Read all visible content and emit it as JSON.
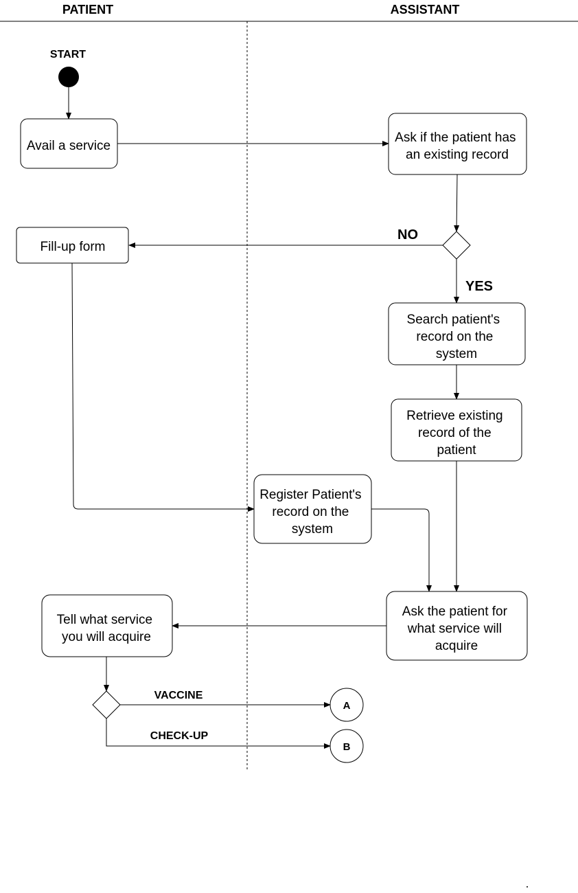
{
  "lanes": {
    "patient": "PATIENT",
    "assistant": "ASSISTANT"
  },
  "start_label": "START",
  "nodes": {
    "avail_service": [
      "Avail a service"
    ],
    "ask_existing_record": [
      "Ask if the patient has",
      "an existing record"
    ],
    "fill_up_form": [
      "Fill-up form"
    ],
    "search_record": [
      "Search patient's",
      "record on the",
      "system"
    ],
    "retrieve_record": [
      "Retrieve existing",
      "record of the",
      "patient"
    ],
    "register_record": [
      "Register Patient's",
      "record on the",
      "system"
    ],
    "ask_service": [
      "Ask the patient for",
      "what service will",
      "acquire"
    ],
    "tell_service": [
      "Tell what service",
      "you will acquire"
    ]
  },
  "branch_labels": {
    "no": "NO",
    "yes": "YES",
    "vaccine": "VACCINE",
    "checkup": "CHECK-UP"
  },
  "connectors": {
    "a": "A",
    "b": "B"
  }
}
